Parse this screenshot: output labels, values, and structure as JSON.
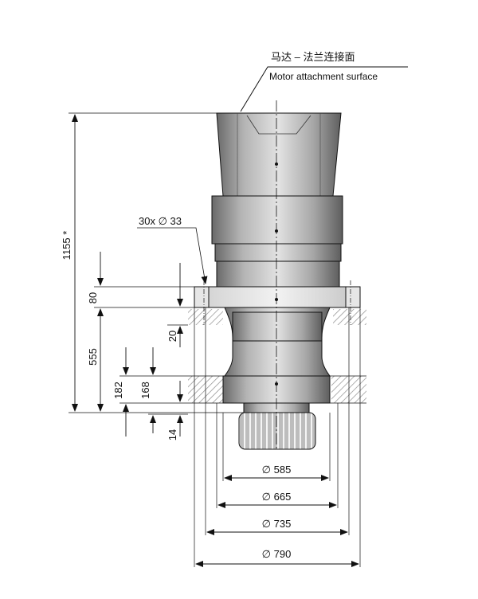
{
  "callout": {
    "chinese": "马达 – 法兰连接面",
    "english": "Motor attachment surface"
  },
  "dimensions": {
    "overall_height": "1155 *",
    "flange_thickness": "80",
    "flange_to_base": "555",
    "recess": "20",
    "d182": "182",
    "d168": "168",
    "d14": "14",
    "holes": "30x ∅ 33",
    "dia_585": "∅  585",
    "dia_665": "∅  665",
    "dia_735": "∅  735",
    "dia_790": "∅  790"
  },
  "colors": {
    "line": "#111111",
    "body_light": "#d8d8d8",
    "body_dark": "#6a6a6a",
    "hatch": "#9a9a9a"
  }
}
